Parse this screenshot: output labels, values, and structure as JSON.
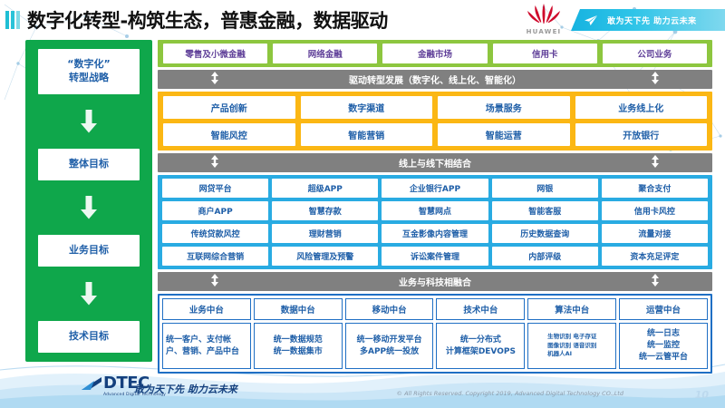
{
  "header": {
    "title": "数字化转型-构筑生态，普惠金融，数据驱动",
    "brand": "HUAWEI",
    "banner_text": "敢为天下先 助力云未来"
  },
  "sidebar": {
    "items": [
      {
        "label": "“数字化”\n转型战略"
      },
      {
        "label": "整体目标"
      },
      {
        "label": "业务目标"
      },
      {
        "label": "技术目标"
      }
    ]
  },
  "green_strip": {
    "cells": [
      "零售及小微金融",
      "网络金融",
      "金融市场",
      "信用卡",
      "公司业务"
    ]
  },
  "connector_1": {
    "label": "驱动转型发展（数字化、线上化、智能化）"
  },
  "orange_band": {
    "rows": [
      [
        "产品创新",
        "数字渠道",
        "场景服务",
        "业务线上化"
      ],
      [
        "智能风控",
        "智能营销",
        "智能运营",
        "开放银行"
      ]
    ]
  },
  "connector_2": {
    "label": "线上与线下相结合"
  },
  "blue_band": {
    "rows": [
      [
        "网贷平台",
        "超级APP",
        "企业银行APP",
        "网银",
        "聚合支付"
      ],
      [
        "商户APP",
        "智慧存款",
        "智慧网点",
        "智能客服",
        "信用卡风控"
      ],
      [
        "传统贷款风控",
        "理财营销",
        "互金影像内容管理",
        "历史数据查询",
        "流量对接"
      ],
      [
        "互联网综合营销",
        "风险管理及预警",
        "诉讼案件管理",
        "内部评级",
        "资本充足评定"
      ]
    ]
  },
  "connector_3": {
    "label": "业务与科技相融合"
  },
  "dark_band": {
    "columns": [
      {
        "head": "业务中台",
        "body": "统一客户、支付帐户、营销、产品中台",
        "small": false,
        "leftal": true
      },
      {
        "head": "数据中台",
        "body": "统一数据规范\n统一数据集市",
        "small": false,
        "leftal": false
      },
      {
        "head": "移动中台",
        "body": "统一移动开发平台\n多APP统一投放",
        "small": false,
        "leftal": false
      },
      {
        "head": "技术中台",
        "body": "统一分布式\n计算框架DEVOPS",
        "small": false,
        "leftal": false
      },
      {
        "head": "算法中台",
        "body": "生物识别 电子存证\n图像识别 语音识别\n机器人AI",
        "small": true,
        "leftal": true
      },
      {
        "head": "运营中台",
        "body": "统一日志\n统一监控\n统一云管平台",
        "small": false,
        "leftal": false
      }
    ]
  },
  "footer": {
    "logo_text": "DTEC",
    "logo_sub": "Advanced Digital Technology",
    "slogan": "敢为天下先  助力云未来",
    "copyright": "© All Rights Reserved. Copyright 2019, Advanced Digital Technology CO.,Ltd",
    "page_number": "10"
  },
  "colors": {
    "green_sidebar": "#0fa74b",
    "green_strip": "#8dc63f",
    "orange": "#fbb714",
    "blue": "#29abe2",
    "dark_blue": "#1f6fc4",
    "gray_bar": "#808080",
    "text_blue": "#1f5fa8",
    "purple": "#5f3f98",
    "huawei_red": "#cf0a2c"
  }
}
